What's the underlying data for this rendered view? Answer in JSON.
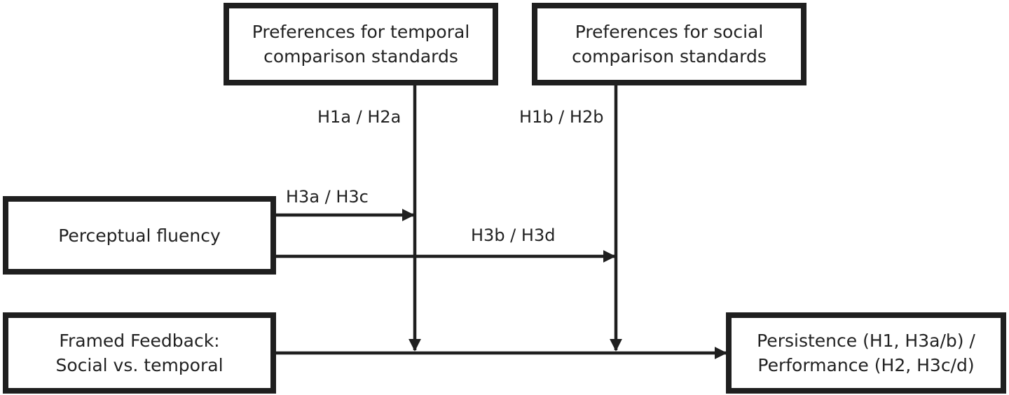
{
  "boxes": {
    "temporal_pref": {
      "line1": "Preferences for temporal",
      "line2": "comparison standards"
    },
    "social_pref": {
      "line1": "Preferences for social",
      "line2": "comparison standards"
    },
    "fluency": {
      "line1": "Perceptual fluency"
    },
    "feedback": {
      "line1": "Framed Feedback:",
      "line2": "Social vs. temporal"
    },
    "outcome": {
      "line1": "Persistence (H1, H3a/b) /",
      "line2": "Performance (H2, H3c/d)"
    }
  },
  "labels": {
    "h1a_h2a": "H1a / H2a",
    "h1b_h2b": "H1b / H2b",
    "h3a_h3c": "H3a / H3c",
    "h3b_h3d": "H3b / H3d"
  }
}
